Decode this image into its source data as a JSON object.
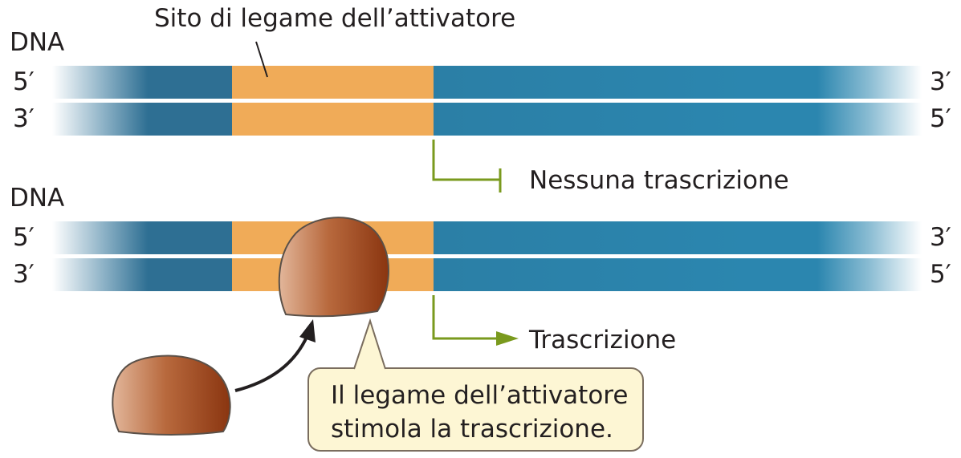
{
  "top_panel": {
    "dna_label": "DNA",
    "site_label": "Sito di legame dell’attivatore",
    "strand1_left": "5′",
    "strand1_right": "3′",
    "strand2_left": "3′",
    "strand2_right": "5′",
    "result_label": "Nessuna trascrizione"
  },
  "bottom_panel": {
    "dna_label": "DNA",
    "strand1_left": "5′",
    "strand1_right": "3′",
    "strand2_left": "3′",
    "strand2_right": "5′",
    "result_label": "Trascrizione",
    "callout_line1": "Il legame dell’attivatore",
    "callout_line2": "stimola la trascrizione."
  },
  "colors": {
    "dna_strand": "#2b7fa6",
    "binding_site": "#f0ab58",
    "activator_protein": "#b0633a",
    "promoter_arrow": "#7a9a1e",
    "callout_fill": "#fdf6d4"
  }
}
